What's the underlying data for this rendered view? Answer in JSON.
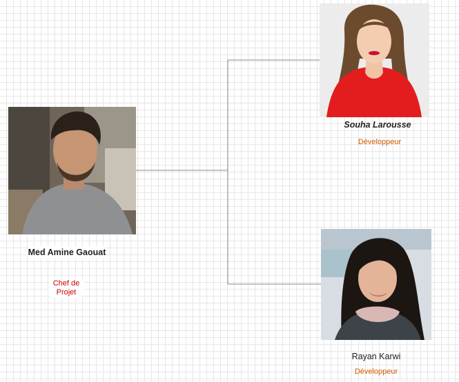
{
  "people": {
    "lead": {
      "name": "Med Amine Gaouat",
      "role": "Chef de Projet"
    },
    "dev1": {
      "name": "Souha Larousse",
      "role": "Développeur"
    },
    "dev2": {
      "name": "Rayan Karwi",
      "role": "Développeur"
    }
  },
  "colors": {
    "role_lead": "#cc0000",
    "role_dev": "#d05a00",
    "connector": "#8a8a8a",
    "grid": "#e6e6e6"
  }
}
